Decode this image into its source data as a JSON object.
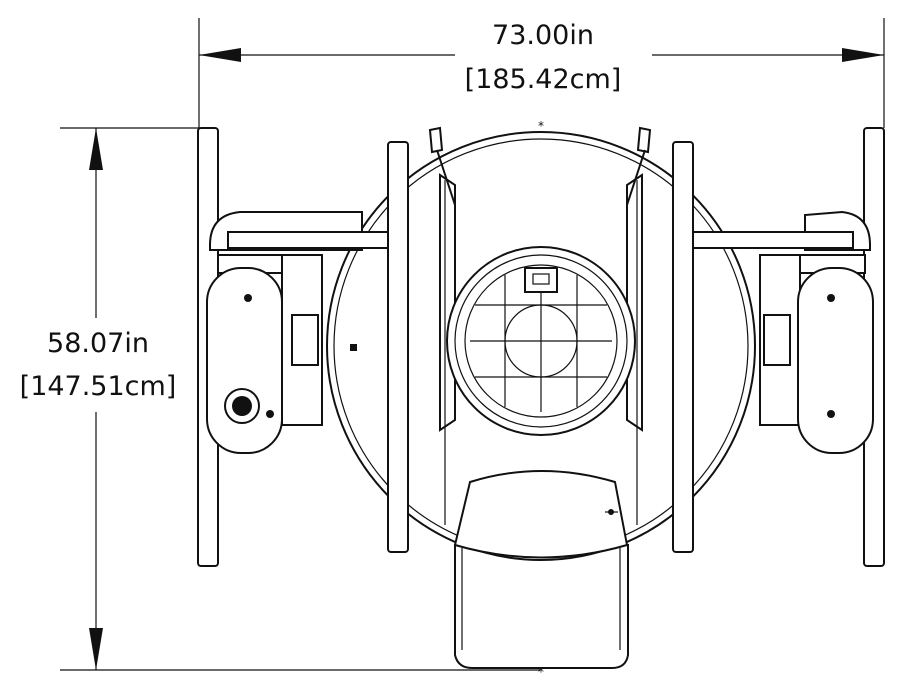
{
  "drawing": {
    "width_dimension": {
      "imperial": "73.00in",
      "metric": "[185.42cm]"
    },
    "height_dimension": {
      "imperial": "58.07in",
      "metric": "[147.51cm]"
    },
    "line_color": "#111111",
    "background_color": "#ffffff"
  }
}
